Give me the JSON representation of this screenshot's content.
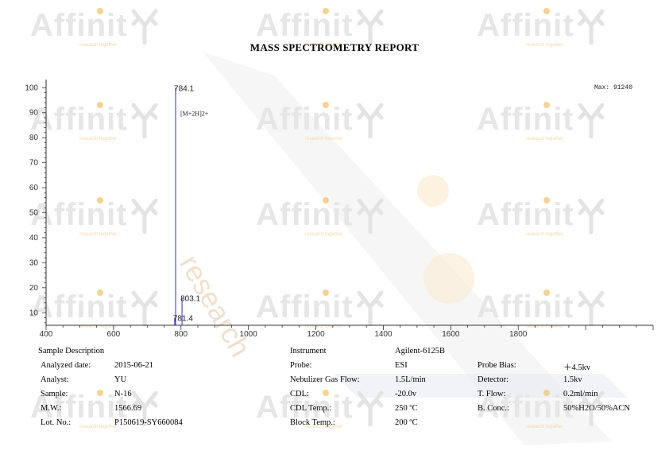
{
  "watermark": {
    "brand": "Affinit",
    "tagline": "research together",
    "logo_color": "#f2c870",
    "diag_text": "research"
  },
  "report": {
    "title": "MASS SPECTROMETRY REPORT"
  },
  "chart_data": {
    "type": "bar",
    "x_ticks": [
      "400",
      "600",
      "800",
      "1000",
      "1200",
      "1400",
      "1600",
      "1800"
    ],
    "y_ticks": [
      "10",
      "20",
      "30",
      "40",
      "50",
      "60",
      "70",
      "80",
      "90",
      "100"
    ],
    "xlim": [
      400,
      2200
    ],
    "ylim": [
      5,
      102
    ],
    "peaks": [
      {
        "mz": 784.1,
        "intensity": 100,
        "label": "784.1"
      },
      {
        "mz": 781.4,
        "intensity": 8,
        "label": "781.4"
      },
      {
        "mz": 803.1,
        "intensity": 16,
        "label": "803.1"
      }
    ],
    "annotation": "[M+2H]2+",
    "max_label": "Max: 91240",
    "color": "#2b2bd6"
  },
  "sample": {
    "header": "Sample Description",
    "rows": [
      {
        "label": "Analyzed date:",
        "value": "2015-06-21"
      },
      {
        "label": "Analyst:",
        "value": "YU"
      },
      {
        "label": "Sample:",
        "value": "N-16"
      },
      {
        "label": "M.W.:",
        "value": "1566.69"
      },
      {
        "label": "Lot. No.:",
        "value": "P150619-SY660084"
      }
    ]
  },
  "instrument": {
    "header": "Instrument",
    "model": "Agilent-6125B",
    "rows": [
      {
        "label": "Probe:",
        "value": "ESI"
      },
      {
        "label": "Nebulizer Gas Flow:",
        "value": "1.5L/min"
      },
      {
        "label": "CDL:",
        "value": "-20.0v"
      },
      {
        "label": "CDL Temp.:",
        "value": "250 ºC"
      },
      {
        "label": "Block Temp.:",
        "value": "200 ºC"
      }
    ],
    "right_rows": [
      {
        "label": "Probe Bias:",
        "value": "＋4.5kv"
      },
      {
        "label": "Detector:",
        "value": "1.5kv"
      },
      {
        "label": "T. Flow:",
        "value": "0.2ml/min"
      },
      {
        "label": "B. Conc.:",
        "value": "50%H2O/50%ACN"
      }
    ]
  }
}
